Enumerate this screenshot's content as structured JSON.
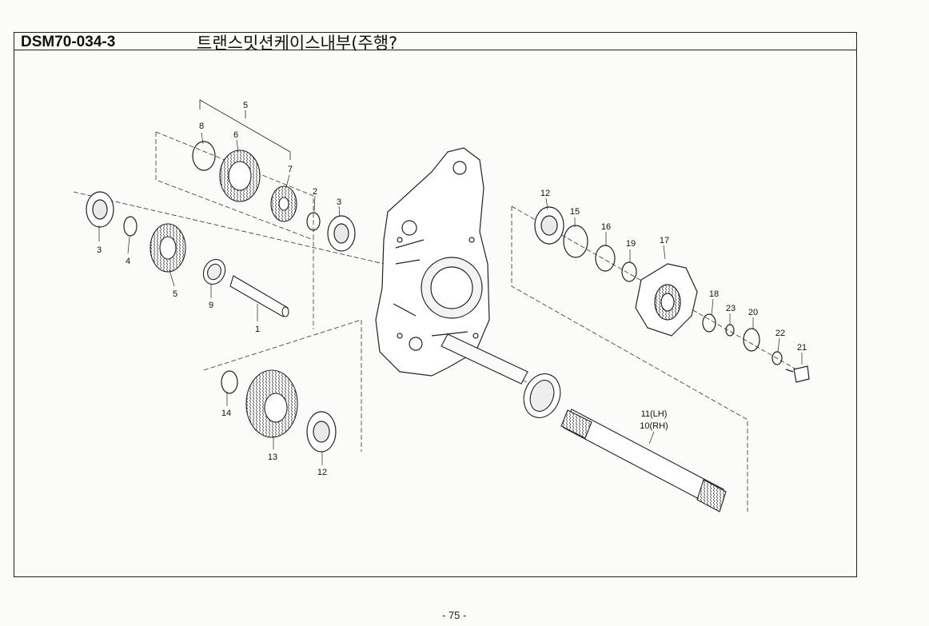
{
  "header": {
    "part_code": "DSM70-034-3",
    "title": "트랜스밋션케이스내부(주행?"
  },
  "callouts": {
    "c1": "1",
    "c2": "2",
    "c3a": "3",
    "c3b": "3",
    "c4": "4",
    "c5a": "5",
    "c5b": "5",
    "c6": "6",
    "c7": "7",
    "c8": "8",
    "c9": "9",
    "c10": "10(RH)",
    "c11": "11(LH)",
    "c12a": "12",
    "c12b": "12",
    "c13": "13",
    "c14": "14",
    "c15": "15",
    "c16": "16",
    "c17": "17",
    "c18": "18",
    "c19": "19",
    "c20": "20",
    "c21": "21",
    "c22": "22",
    "c23": "23"
  },
  "footer": {
    "page_number": "- 75 -"
  }
}
